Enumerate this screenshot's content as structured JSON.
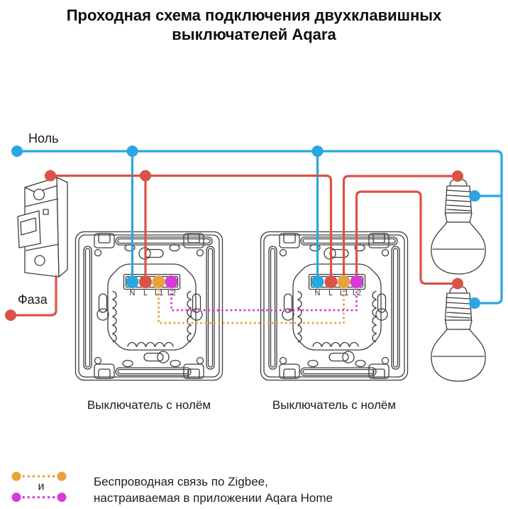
{
  "title": "Проходная схема подключения двухклавишных выключателей Aqara",
  "wire_labels": {
    "neutral": "Ноль",
    "phase": "Фаза"
  },
  "switches": [
    {
      "caption": "Выключатель с нолём",
      "terminals": [
        "N",
        "L",
        "L1",
        "L2"
      ]
    },
    {
      "caption": "Выключатель с нолём",
      "terminals": [
        "N",
        "L",
        "L1",
        "L2"
      ]
    }
  ],
  "legend": {
    "conjunction": "и",
    "line1": "Беспроводная связь по Zigbee,",
    "line2": "настраиваемая в приложении Aqara Home"
  },
  "colors": {
    "neutral_wire": "#2AA7E0",
    "phase_wire": "#DB5247",
    "zigbee_l1": "#E8A33C",
    "zigbee_l2": "#D83BD8",
    "device_outline": "#3D3D3D"
  }
}
